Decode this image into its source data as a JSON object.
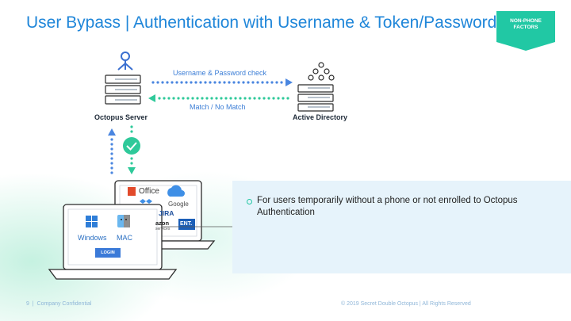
{
  "slide": {
    "title": "User Bypass | Authentication with Username & Token/Password",
    "badge": {
      "line1": "NON-PHONE",
      "line2": "FACTORS"
    }
  },
  "diagram": {
    "server_label": "Octopus Server",
    "ad_label": "Active Directory",
    "request_label": "Username & Password check",
    "response_label": "Match / No Match",
    "client_screens": {
      "front": {
        "windows_label": "Windows",
        "mac_label": "MAC",
        "login_label": "LOGIN"
      },
      "back": {
        "office_label": "Office",
        "google_label": "Google",
        "jira_label": "JIRA",
        "amazon_label": "azon",
        "amazon_sub": "services",
        "ent_label": "ENT."
      }
    },
    "colors": {
      "request_arrow": "#4a86e0",
      "response_arrow": "#2fc99a",
      "check": "#2fc99a"
    }
  },
  "content": {
    "bullets": [
      "For users temporarily without a phone or not enrolled to Octopus Authentication"
    ]
  },
  "footer": {
    "page": "9",
    "left": "Company Confidential",
    "right": "© 2019 Secret Double Octopus | All Rights Reserved"
  }
}
